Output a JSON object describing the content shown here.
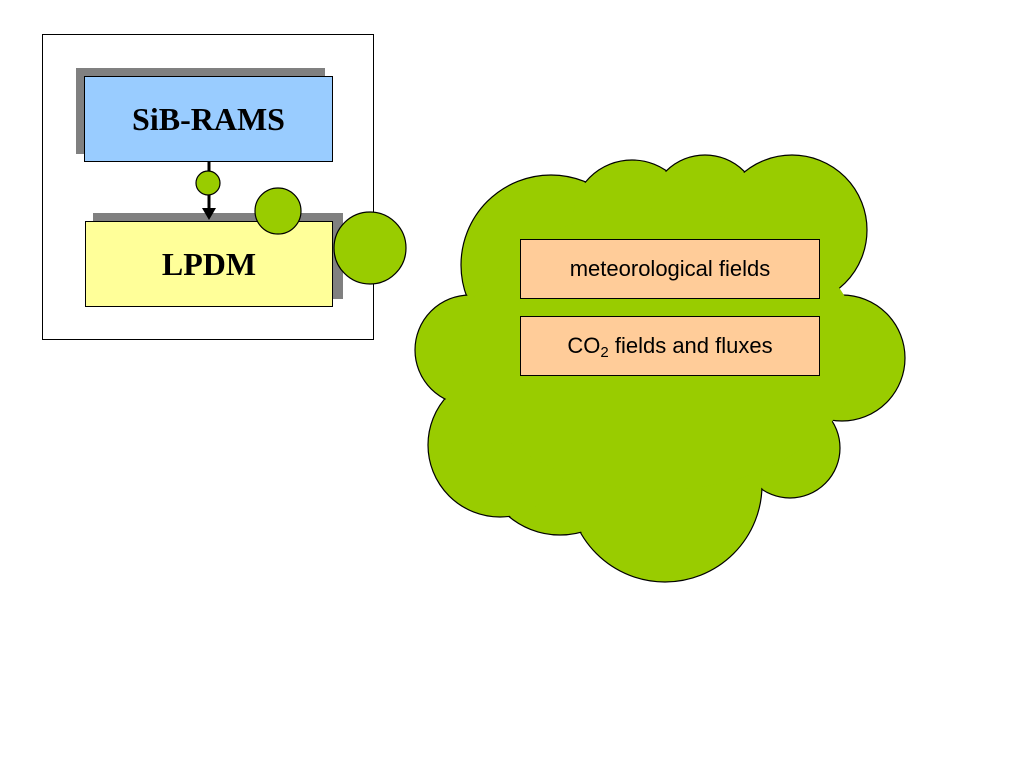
{
  "colors": {
    "sib_rams_fill": "#99ccff",
    "lpdm_fill": "#ffff99",
    "label_fill": "#ffcc99",
    "cloud_fill": "#99cc00",
    "shadow": "#808080",
    "stroke": "#000000"
  },
  "models": {
    "upper": {
      "label": "SiB-RAMS"
    },
    "lower": {
      "label": "LPDM"
    }
  },
  "cloud": {
    "items": [
      {
        "text": "meteorological fields"
      },
      {
        "prefix": "CO",
        "subscript": "2",
        "suffix": " fields and fluxes"
      }
    ]
  }
}
